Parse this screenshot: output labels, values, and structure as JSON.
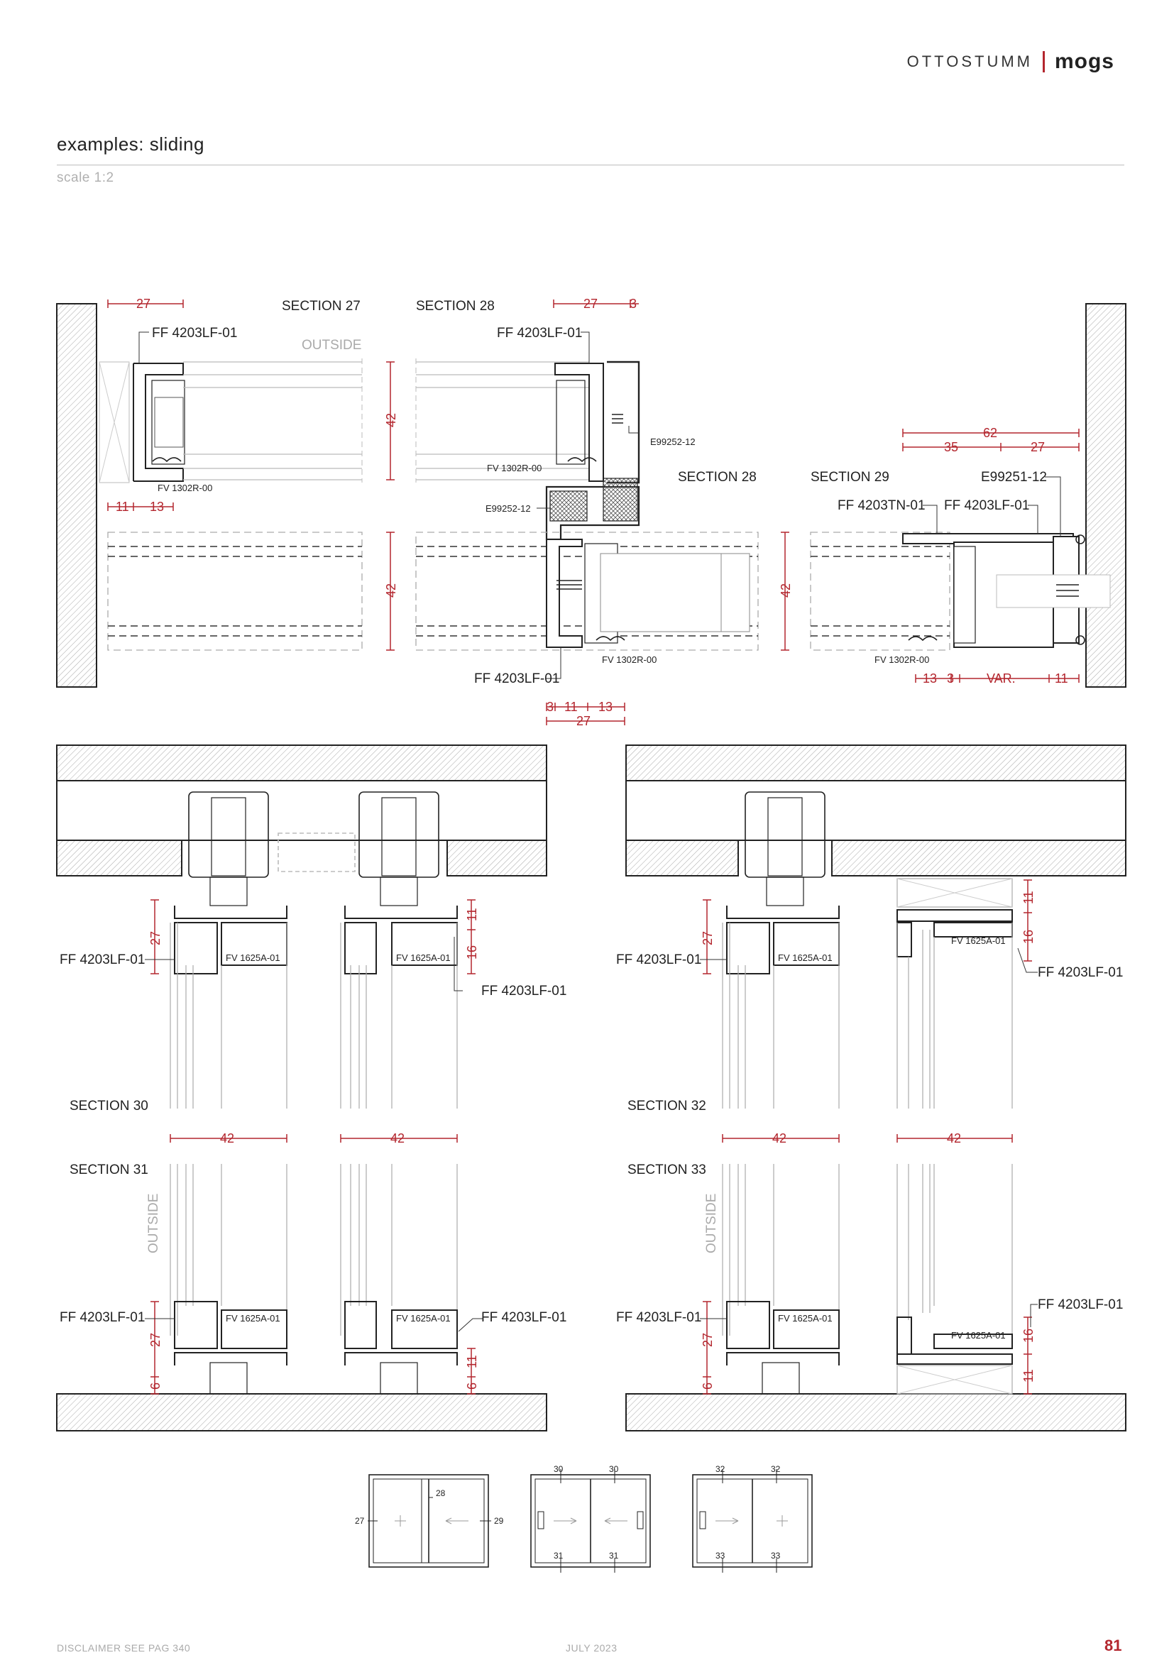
{
  "header": {
    "brand_name": "OTTOSTUMM",
    "brand_logo": "mogs"
  },
  "page": {
    "title": "examples: sliding",
    "scale": "scale 1:2"
  },
  "footer": {
    "disclaimer": "DISCLAIMER SEE PAG 340",
    "date": "JULY 2023",
    "page_number": "81"
  },
  "colors": {
    "dimension": "#b3262e",
    "line": "#222222",
    "hatch": "#9a9a9a",
    "faint": "#c8c8c8"
  },
  "top": {
    "section27": "SECTION 27",
    "section28a": "SECTION 28",
    "section28b": "SECTION 28",
    "section29": "SECTION 29",
    "outside": "OUTSIDE",
    "ff_lf_1": "FF 4203LF-01",
    "ff_lf_2": "FF 4203LF-01",
    "ff_lf_3": "FF 4203LF-01",
    "ff_lf_4": "FF 4203LF-01",
    "ff_tn": "FF 4203TN-01",
    "fv_1302_a": "FV 1302R-00",
    "fv_1302_b": "FV 1302R-00",
    "fv_1302_c": "FV 1302R-00",
    "fv_1302_d": "FV 1302R-00",
    "e99252_a": "E99252-12",
    "e99252_b": "E99252-12",
    "e99251": "E99251-12",
    "dim_27a": "27",
    "dim_11a": "11",
    "dim_13a": "13",
    "dim_27b": "27",
    "dim_3a": "3",
    "dim_42a": "42",
    "dim_42b": "42",
    "dim_42c": "42",
    "dim_3b": "3",
    "dim_11b": "11",
    "dim_13b": "13",
    "dim_27c": "27",
    "dim_62": "62",
    "dim_35": "35",
    "dim_27d": "27",
    "dim_13c": "13",
    "dim_3c": "3",
    "dim_var": "VAR.",
    "dim_11c": "11"
  },
  "bottom": {
    "section30": "SECTION 30",
    "section31": "SECTION 31",
    "section32": "SECTION 32",
    "section33": "SECTION 33",
    "outside_a": "OUTSIDE",
    "outside_b": "OUTSIDE",
    "ff_l1": "FF 4203LF-01",
    "ff_l2": "FF 4203LF-01",
    "ff_l3": "FF 4203LF-01",
    "ff_l4": "FF 4203LF-01",
    "ff_l5": "FF 4203LF-01",
    "ff_l6": "FF 4203LF-01",
    "ff_l7": "FF 4203LF-01",
    "ff_l8": "FF 4203LF-01",
    "fv_a": "FV 1625A-01",
    "fv_b": "FV 1625A-01",
    "fv_c": "FV 1625A-01",
    "fv_d": "FV 1625A-01",
    "fv_e": "FV 1625A-01",
    "fv_f": "FV 1625A-01",
    "fv_g": "FV 1625A-01",
    "fv_h": "FV 1625A-01",
    "d27a": "27",
    "d27b": "27",
    "d27c": "27",
    "d27d": "27",
    "d16a": "16",
    "d11a": "11",
    "d16b": "16",
    "d11b": "11",
    "d42a": "42",
    "d42b": "42",
    "d42c": "42",
    "d42d": "42",
    "d6a": "6",
    "d6b": "6",
    "d6c": "6",
    "d11c": "11",
    "d16c": "16",
    "d11d": "11"
  },
  "keys": {
    "k28": "28",
    "k27": "27",
    "k29": "29",
    "k30a": "30",
    "k30b": "30",
    "k31a": "31",
    "k31b": "31",
    "k32a": "32",
    "k32b": "32",
    "k33a": "33",
    "k33b": "33"
  }
}
